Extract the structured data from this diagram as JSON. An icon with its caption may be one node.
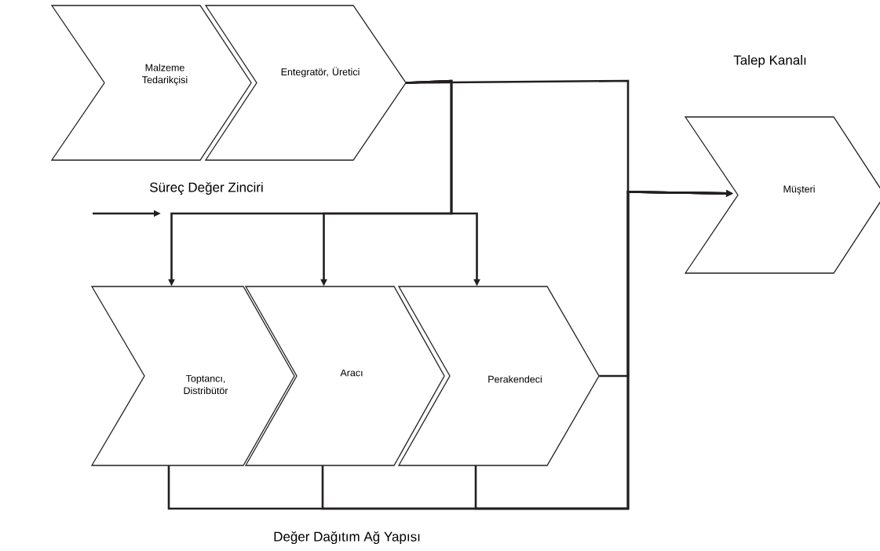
{
  "diagram": {
    "nodes": [
      {
        "text": [
          "Malzeme Tedarikçisi"
        ]
      },
      {
        "text": [
          "Entegratör, Üretici"
        ]
      },
      {
        "text": [
          "Toptancı, Distribütör"
        ]
      },
      {
        "text": [
          "Aracı"
        ]
      },
      {
        "text": [
          "Perakendeci"
        ]
      },
      {
        "text": [
          "Müşteri"
        ]
      }
    ],
    "edges": [
      {
        "from": 1,
        "to": 2,
        "arrow": "to"
      },
      {
        "from": 1,
        "to": 3,
        "arrow": "to"
      },
      {
        "from": 1,
        "to": 4,
        "arrow": "to"
      },
      {
        "from": 1,
        "to": 5,
        "arrow": "to"
      },
      {
        "from": 4,
        "to": 5,
        "arrow": "to"
      },
      {
        "from": 2,
        "to": 5,
        "arrow": "to"
      },
      {
        "from": 3,
        "to": 5,
        "arrow": "to"
      },
      {
        "from": 4,
        "to": 5,
        "arrow": "to"
      }
    ],
    "labels": [
      "Talep Kanalı",
      "Süreç Değer Zinciri",
      "Değer Dağıtım Ağ Yapısı"
    ]
  }
}
